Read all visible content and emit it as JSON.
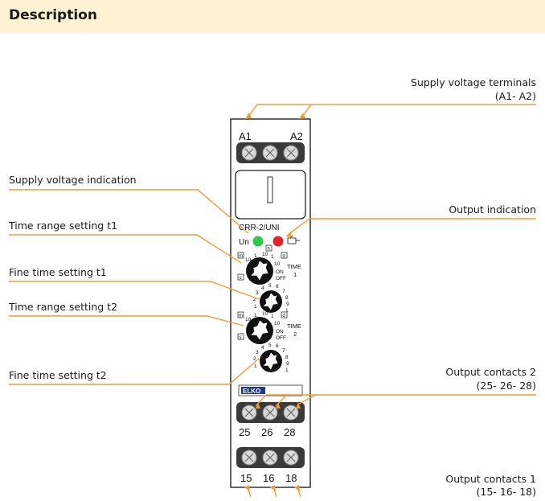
{
  "header": {
    "title": "Description"
  },
  "labels": {
    "supply_terminals": "Supply voltage terminals",
    "supply_terminals_ids": "(A1- A2)",
    "supply_indication": "Supply voltage indication",
    "output_indication": "Output indication",
    "time_range_t1": "Time range setting t1",
    "fine_time_t1": "Fine time setting t1",
    "time_range_t2": "Time range setting t2",
    "fine_time_t2": "Fine time setting t2",
    "output_contacts_2": "Output contacts 2",
    "output_contacts_2_ids": "(25- 26- 28)",
    "output_contacts_1": "Output contacts 1",
    "output_contacts_1_ids": "(15- 16- 18)"
  },
  "device": {
    "model": "CRR-2/UNI",
    "led_un": "Un",
    "terminal_a1": "A1",
    "terminal_a2": "A2",
    "brand": "ELKO",
    "time_label": "TIME",
    "time_1": "1",
    "time_2": "2",
    "range_ticks": [
      "10",
      "1",
      "10",
      "1",
      "10"
    ],
    "range_on": "ON",
    "range_off": "OFF",
    "range_unit_m": "m",
    "range_unit_s": "s",
    "range_unit_h": "h",
    "range_unit_d": "d",
    "fine_ticks": [
      "1",
      "2",
      "3",
      "4",
      "5",
      "6",
      "7",
      "8",
      "9",
      "1"
    ],
    "bottom_top_terminals": [
      "25",
      "26",
      "28"
    ],
    "bottom_terminals": [
      "15",
      "16",
      "18"
    ],
    "colors": {
      "accent_line": "#f39c34",
      "led_green": "#2ec84a",
      "led_red": "#e3242b",
      "header_bg": "#fdf3d2"
    }
  }
}
